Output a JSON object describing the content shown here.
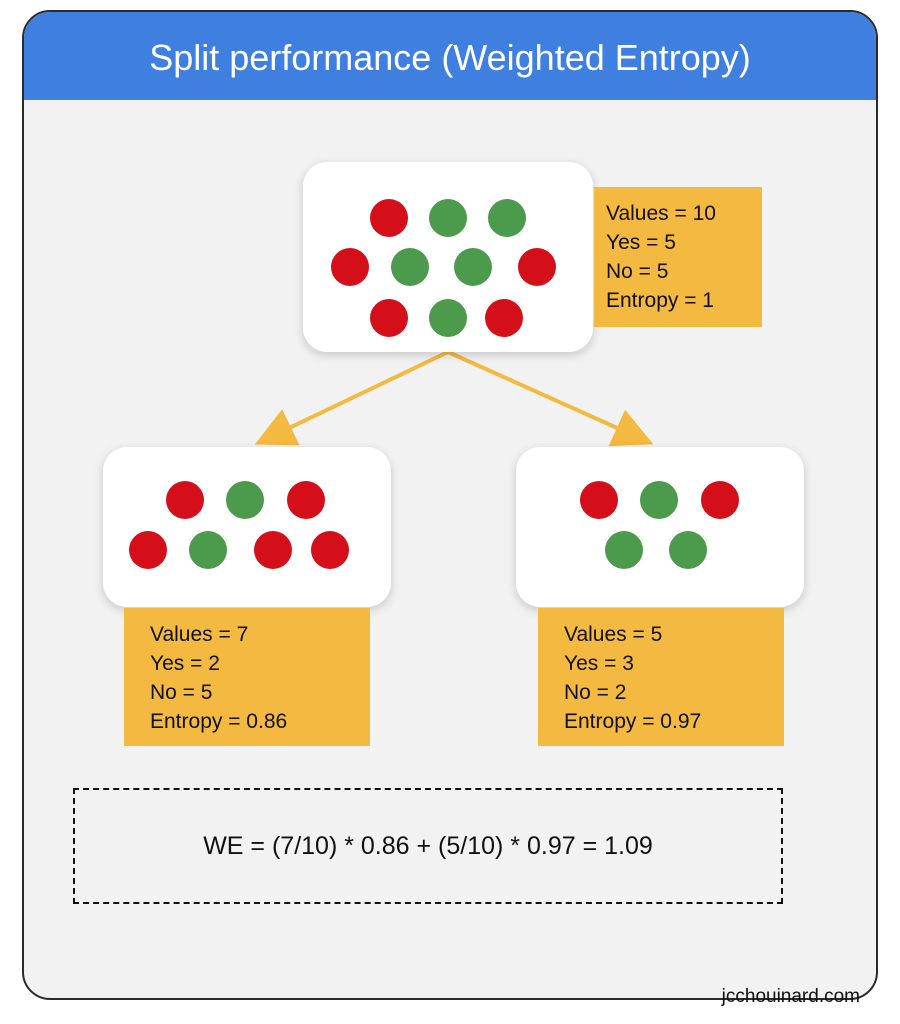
{
  "title": "Split performance (Weighted Entropy)",
  "colors": {
    "header": "#3f7fe0",
    "yes": "#4c9a4c",
    "no": "#d40f1a",
    "stats_bg": "#f4b940",
    "arrow": "#f4b940"
  },
  "root": {
    "stats": [
      "Values = 10",
      "Yes = 5",
      "No = 5",
      "Entropy = 1"
    ],
    "dots": [
      {
        "class": "no"
      },
      {
        "class": "yes"
      },
      {
        "class": "yes"
      },
      {
        "class": "no"
      },
      {
        "class": "yes"
      },
      {
        "class": "yes"
      },
      {
        "class": "no"
      },
      {
        "class": "no"
      },
      {
        "class": "yes"
      },
      {
        "class": "no"
      }
    ]
  },
  "left": {
    "stats": [
      "Values = 7",
      "Yes = 2",
      "No = 5",
      "Entropy = 0.86"
    ],
    "dots": [
      {
        "class": "no"
      },
      {
        "class": "yes"
      },
      {
        "class": "no"
      },
      {
        "class": "no"
      },
      {
        "class": "yes"
      },
      {
        "class": "no"
      },
      {
        "class": "no"
      }
    ]
  },
  "right": {
    "stats": [
      "Values = 5",
      "Yes = 3",
      "No = 2",
      "Entropy = 0.97"
    ],
    "dots": [
      {
        "class": "no"
      },
      {
        "class": "yes"
      },
      {
        "class": "no"
      },
      {
        "class": "yes"
      },
      {
        "class": "yes"
      }
    ]
  },
  "formula": "WE = (7/10) * 0.86 + (5/10) * 0.97 = 1.09",
  "footer": "jcchouinard.com"
}
